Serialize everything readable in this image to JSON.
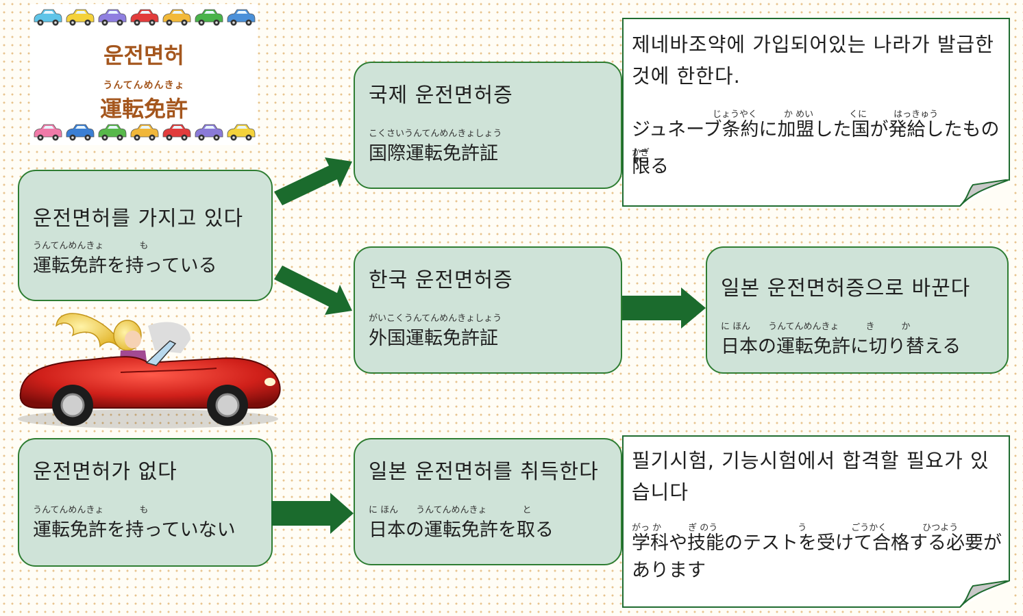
{
  "title_card": {
    "kr": "운전면허",
    "ruby": "うんてんめんきょ",
    "jp": "運転免許",
    "car_colors_top": [
      "#5ec4e8",
      "#f4d23b",
      "#8f7fe0",
      "#e23c3c",
      "#f2b93a",
      "#49b34a",
      "#4a90d9"
    ],
    "car_colors_bottom": [
      "#f07aa8",
      "#3b7fd4",
      "#58b84a",
      "#f1b73a",
      "#e23c3c",
      "#8a7ad8",
      "#f4d23b"
    ]
  },
  "boxes": {
    "have": {
      "kr": "운전면허를 가지고 있다",
      "ruby": "うんてんめんきょ　　　　も",
      "jp": "運転免許を持っている"
    },
    "no": {
      "kr": "운전면허가 없다",
      "ruby": "うんてんめんきょ　　　　も",
      "jp": "運転免許を持っていない"
    },
    "intl": {
      "kr": "국제 운전면허증",
      "ruby": "こくさいうんてんめんきょしょう",
      "jp": "国際運転免許証"
    },
    "korea": {
      "kr": "한국 운전면허증",
      "ruby": "がいこくうんてんめんきょしょう",
      "jp": "外国運転免許証"
    },
    "convert": {
      "kr": "일본 운전면허증으로 바꾼다",
      "ruby": "に ほん　　うんてんめんきょ　　　き　　　か",
      "jp": "日本の運転免許に切り替える"
    },
    "obtain": {
      "kr": "일본 운전면허를 취득한다",
      "ruby": "に ほん　　うんてんめんきょ　　　　と",
      "jp": "日本の運転免許を取る"
    }
  },
  "notes": {
    "geneva": {
      "kr": "제네바조약에 가입되어있는 나라가 발급한 것에 한한다.",
      "ruby1": "じょうやく　　　か めい　　　　くに　　　はっきゅう",
      "jp1": "ジュネーブ条約に加盟した国が発給したものに",
      "ruby2": "かぎ",
      "jp2": "限る"
    },
    "exam": {
      "kr": "필기시험, 기능시험에서 합격할 필요가 있습니다",
      "ruby": "がっ か　　　ぎ のう　　　　　　　　　う　　　　　ごうかく　　　　ひつよう",
      "jp": "学科や技能のテストを受けて合格する必要があります"
    }
  },
  "colors": {
    "box_fill": "#cfe3d8",
    "box_border": "#2e7d32",
    "arrow": "#1b6b2d",
    "title_text": "#a4561d",
    "dot": "#e7c48f"
  }
}
